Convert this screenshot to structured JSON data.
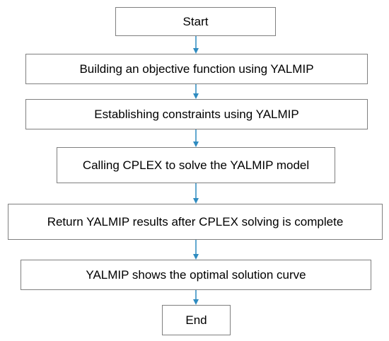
{
  "flowchart": {
    "nodes": [
      {
        "id": "start",
        "label": "Start"
      },
      {
        "id": "objective",
        "label": "Building an objective function using YALMIP"
      },
      {
        "id": "constraints",
        "label": "Establishing constraints using YALMIP"
      },
      {
        "id": "solve",
        "label": "Calling CPLEX to solve the YALMIP model"
      },
      {
        "id": "return",
        "label": "Return YALMIP results after CPLEX solving is complete"
      },
      {
        "id": "show",
        "label": "YALMIP shows the optimal solution curve"
      },
      {
        "id": "end",
        "label": "End"
      }
    ],
    "edges": [
      {
        "from": "start",
        "to": "objective"
      },
      {
        "from": "objective",
        "to": "constraints"
      },
      {
        "from": "constraints",
        "to": "solve"
      },
      {
        "from": "solve",
        "to": "return"
      },
      {
        "from": "return",
        "to": "show"
      },
      {
        "from": "show",
        "to": "end"
      }
    ],
    "colors": {
      "box_border": "#7f7f7f",
      "arrow": "#2e8bc0",
      "text": "#000000"
    }
  }
}
